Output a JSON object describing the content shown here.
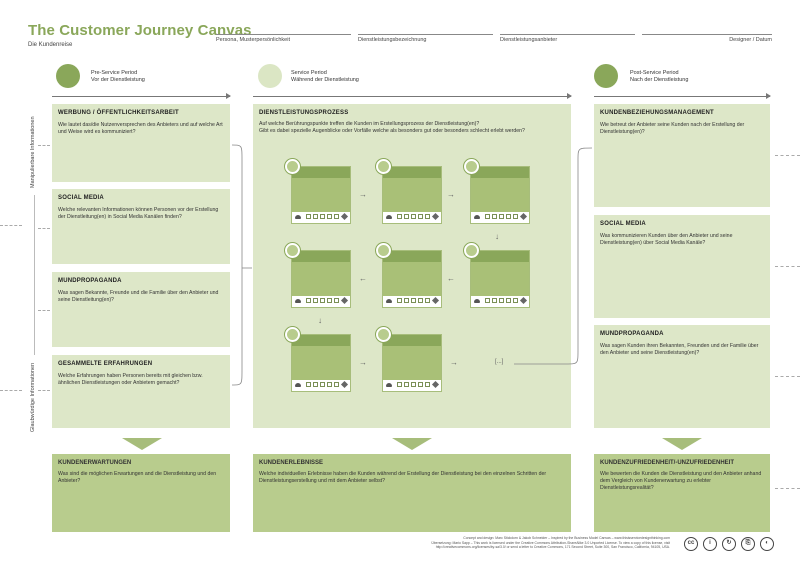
{
  "header": {
    "title": "The Customer Journey Canvas",
    "subtitle": "Die Kundenreise",
    "fields": [
      "Persona, Musterpersönlichkeit",
      "Dienstleistungsbezeichnung",
      "Dienstleistungsanbieter",
      "Designer / Datum"
    ]
  },
  "phases": {
    "pre": {
      "line1": "Pre-Service Period",
      "line2": "Vor der Dienstleistung"
    },
    "service": {
      "line1": "Service Period",
      "line2": "Während der Dienstleistung"
    },
    "post": {
      "line1": "Post-Service Period",
      "line2": "Nach der Dienstleistung"
    }
  },
  "side_labels": {
    "manipulated": "Manipulierbare Informationen",
    "credible": "Glaubwürdige Informationen"
  },
  "left_boxes": [
    {
      "title": "WERBUNG / ÖFFENTLICHKEITSARBEIT",
      "text": "Wie lautet das/die Nutzenversprechen des Anbieters und auf welche Art und Weise wird es kommuniziert?"
    },
    {
      "title": "SOCIAL MEDIA",
      "text": "Welche relevanten Informationen können Personen vor der Erstellung der Dienstleitung(en) in Social Media Kanälen finden?"
    },
    {
      "title": "MUNDPROPAGANDA",
      "text": "Was sagen Bekannte, Freunde und die Familie über den Anbieter und seine Dienstleitung(en)?"
    },
    {
      "title": "GESAMMELTE ERFAHRUNGEN",
      "text": "Welche Erfahrungen haben Personen bereits mit gleichen bzw. ähnlichen Dienstleistungen oder Anbietern gemacht?"
    }
  ],
  "center_box": {
    "title": "DIENSTLEISTUNGSPROZESS",
    "line1": "Auf welche Berührungspunkte treffen die Kunden im Erstellungsprozess der Dienstleistung(en)?",
    "line2": "Gibt es dabei spezielle Augenblicke oder Vorfälle welche als besonders gut oder besonders schlecht erlebt werden?",
    "ellipsis": "[...]"
  },
  "right_boxes": [
    {
      "title": "KUNDENBEZIEHUNGSMANAGEMENT",
      "text": "Wie betreut der Anbieter seine Kunden nach der Erstellung der Dienstleistung(en)?"
    },
    {
      "title": "SOCIAL MEDIA",
      "text": "Was kommunizieren Kunden über den Anbieter und seine Dienstleistung(en) über Social Media Kanäle?"
    },
    {
      "title": "MUNDPROPAGANDA",
      "text": "Was sagen Kunden ihren Bekannten, Freunden und der Familie über den Anbieter und seine Dienstleistung(en)?"
    }
  ],
  "bottom_boxes": [
    {
      "title": "KUNDENERWARTUNGEN",
      "text": "Was sind die möglichen Erwartungen and die Dienstleistung und den Anbieter?"
    },
    {
      "title": "KUNDENERLEBNISSE",
      "text": "Welche individuellen Erlebnisse haben die Kunden während der Erstellung der Dienstleistung bei den einzelnen Schritten der Dienstleistungserstellung und mit dem Anbieter selbst?"
    },
    {
      "title": "KUNDENZUFRIEDENHEIT/-UNZUFRIEDENHEIT",
      "text": "Wie bewerten die Kunden die Dienstleistung und den Anbieter anhand dem Vergleich von Kundenerwartung zu erlebter Dienstleistungsrealität?"
    }
  ],
  "footer": {
    "credit1": "Concept and design: Marc Stickdorn & Jakob Schneider  –  Inspired by the Business Model Canvas – www.thisisservicedesignthinking.com",
    "credit2": "Übersetzung: Mario Sapp  –  This work is licensed under the Creative Commons Attribution-ShareAlike 3.0 Unported License. To view a copy of this license, visit",
    "credit3": "http://creativecommons.org/licenses/by-sa/3.0/ or send a letter to Creative Commons, 171 Second Street, Suite 300, San Francisco, California, 94105, USA.",
    "icons": [
      "cc-icon",
      "by-icon",
      "sa-icon",
      "share-icon",
      "remix-icon"
    ],
    "icon_glyphs": [
      "cc",
      "i",
      "↻",
      "⎘",
      "◐"
    ]
  },
  "colors": {
    "accent": "#8aa75a",
    "box_light": "#dde7c8",
    "box_dark": "#b8cc8d"
  }
}
